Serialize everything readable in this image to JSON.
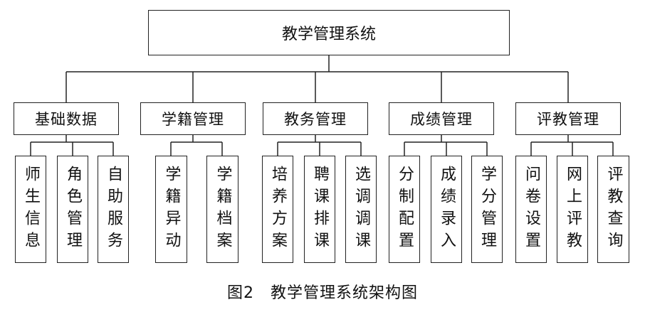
{
  "root": {
    "label": "教学管理系统"
  },
  "modules": [
    {
      "label": "基础数据",
      "children": [
        "师生信息",
        "角色管理",
        "自助服务"
      ]
    },
    {
      "label": "学籍管理",
      "children": [
        "学籍异动",
        "学籍档案"
      ]
    },
    {
      "label": "教务管理",
      "children": [
        "培养方案",
        "聘课排课",
        "选调调课"
      ]
    },
    {
      "label": "成绩管理",
      "children": [
        "分制配置",
        "成绩录入",
        "学分管理"
      ]
    },
    {
      "label": "评教管理",
      "children": [
        "问卷设置",
        "网上评教",
        "评教查询"
      ]
    }
  ],
  "caption": "图2　教学管理系统架构图",
  "colors": {
    "line": "#222222",
    "background": "#ffffff"
  }
}
